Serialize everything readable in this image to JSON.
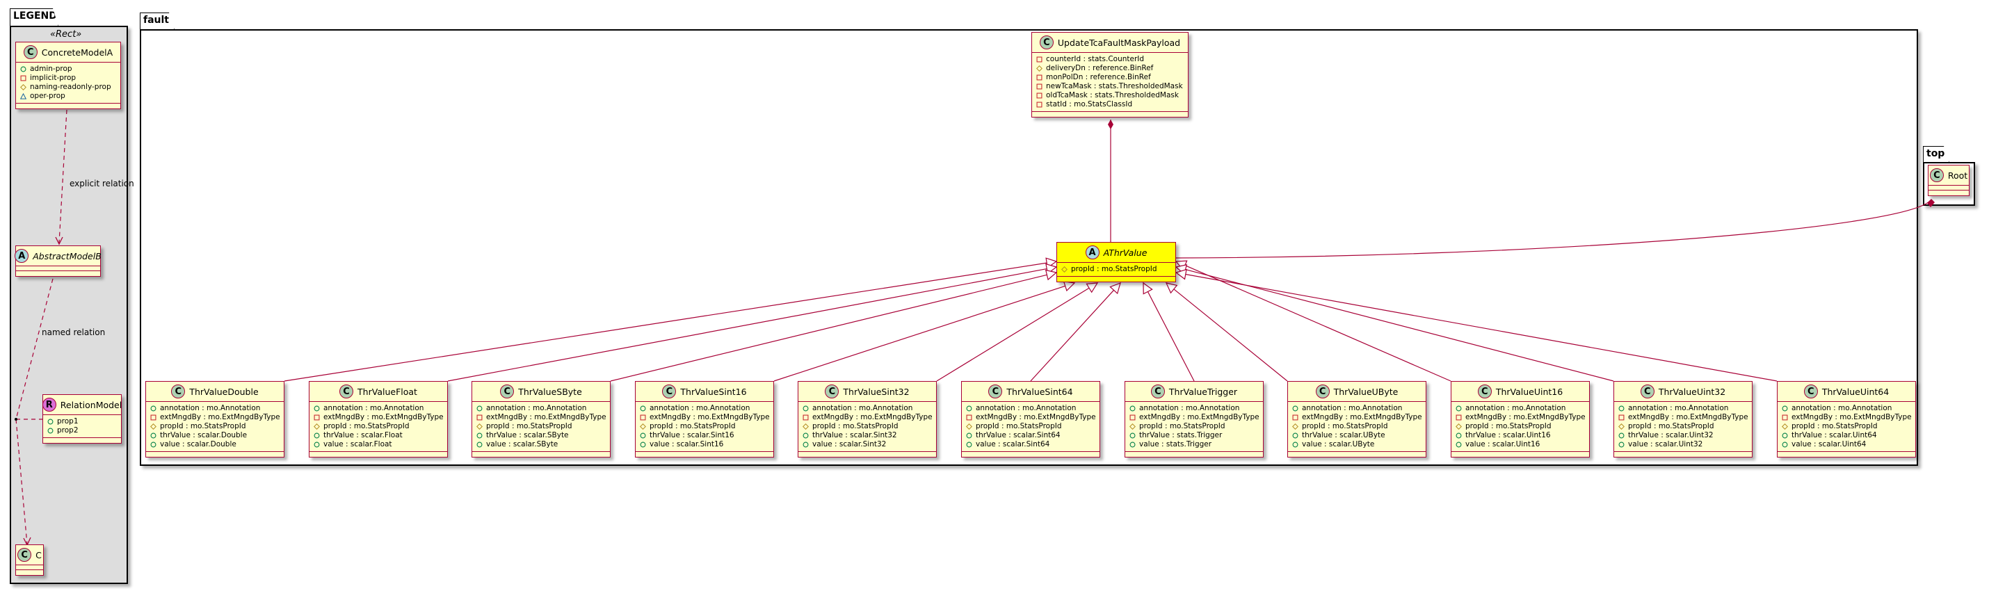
{
  "legend": {
    "package": "LEGEND",
    "stereotype": "«Rect»",
    "concrete": {
      "name": "ConcreteModelA",
      "kind": "C",
      "members": [
        {
          "vis": "+",
          "text": "admin-prop"
        },
        {
          "vis": "-",
          "text": "implicit-prop"
        },
        {
          "vis": "#",
          "text": "naming-readonly-prop"
        },
        {
          "vis": "~",
          "text": "oper-prop"
        }
      ]
    },
    "abstract": {
      "name": "AbstractModelB",
      "kind": "A",
      "abstract": true,
      "members": []
    },
    "relation": {
      "name": "RelationModel",
      "kind": "R",
      "members": [
        {
          "vis": "+",
          "text": "prop1"
        },
        {
          "vis": "+",
          "text": "prop2"
        }
      ]
    },
    "c": {
      "name": "C",
      "kind": "C",
      "members": []
    },
    "explicit_label": "explicit relation",
    "named_label": "named relation"
  },
  "fault": {
    "package": "fault",
    "payload": {
      "name": "UpdateTcaFaultMaskPayload",
      "kind": "C",
      "members": [
        {
          "vis": "-",
          "text": "counterId : stats.CounterId"
        },
        {
          "vis": "#",
          "text": "deliveryDn : reference.BinRef"
        },
        {
          "vis": "-",
          "text": "monPolDn : reference.BinRef"
        },
        {
          "vis": "-",
          "text": "newTcaMask : stats.ThresholdedMask"
        },
        {
          "vis": "-",
          "text": "oldTcaMask : stats.ThresholdedMask"
        },
        {
          "vis": "-",
          "text": "statId : mo.StatsClassId"
        }
      ]
    },
    "athr": {
      "name": "AThrValue",
      "kind": "A",
      "abstract": true,
      "highlight": true,
      "members": [
        {
          "vis": "#",
          "text": "propId : mo.StatsPropId"
        }
      ]
    },
    "subclasses": [
      {
        "name": "ThrValueDouble",
        "kind": "C",
        "members": [
          {
            "vis": "+",
            "text": "annotation : mo.Annotation"
          },
          {
            "vis": "-",
            "text": "extMngdBy : mo.ExtMngdByType"
          },
          {
            "vis": "#",
            "text": "propId : mo.StatsPropId"
          },
          {
            "vis": "+",
            "text": "thrValue : scalar.Double"
          },
          {
            "vis": "+",
            "text": "value : scalar.Double"
          }
        ]
      },
      {
        "name": "ThrValueFloat",
        "kind": "C",
        "members": [
          {
            "vis": "+",
            "text": "annotation : mo.Annotation"
          },
          {
            "vis": "-",
            "text": "extMngdBy : mo.ExtMngdByType"
          },
          {
            "vis": "#",
            "text": "propId : mo.StatsPropId"
          },
          {
            "vis": "+",
            "text": "thrValue : scalar.Float"
          },
          {
            "vis": "+",
            "text": "value : scalar.Float"
          }
        ]
      },
      {
        "name": "ThrValueSByte",
        "kind": "C",
        "members": [
          {
            "vis": "+",
            "text": "annotation : mo.Annotation"
          },
          {
            "vis": "-",
            "text": "extMngdBy : mo.ExtMngdByType"
          },
          {
            "vis": "#",
            "text": "propId : mo.StatsPropId"
          },
          {
            "vis": "+",
            "text": "thrValue : scalar.SByte"
          },
          {
            "vis": "+",
            "text": "value : scalar.SByte"
          }
        ]
      },
      {
        "name": "ThrValueSint16",
        "kind": "C",
        "members": [
          {
            "vis": "+",
            "text": "annotation : mo.Annotation"
          },
          {
            "vis": "-",
            "text": "extMngdBy : mo.ExtMngdByType"
          },
          {
            "vis": "#",
            "text": "propId : mo.StatsPropId"
          },
          {
            "vis": "+",
            "text": "thrValue : scalar.Sint16"
          },
          {
            "vis": "+",
            "text": "value : scalar.Sint16"
          }
        ]
      },
      {
        "name": "ThrValueSint32",
        "kind": "C",
        "members": [
          {
            "vis": "+",
            "text": "annotation : mo.Annotation"
          },
          {
            "vis": "-",
            "text": "extMngdBy : mo.ExtMngdByType"
          },
          {
            "vis": "#",
            "text": "propId : mo.StatsPropId"
          },
          {
            "vis": "+",
            "text": "thrValue : scalar.Sint32"
          },
          {
            "vis": "+",
            "text": "value : scalar.Sint32"
          }
        ]
      },
      {
        "name": "ThrValueSint64",
        "kind": "C",
        "members": [
          {
            "vis": "+",
            "text": "annotation : mo.Annotation"
          },
          {
            "vis": "-",
            "text": "extMngdBy : mo.ExtMngdByType"
          },
          {
            "vis": "#",
            "text": "propId : mo.StatsPropId"
          },
          {
            "vis": "+",
            "text": "thrValue : scalar.Sint64"
          },
          {
            "vis": "+",
            "text": "value : scalar.Sint64"
          }
        ]
      },
      {
        "name": "ThrValueTrigger",
        "kind": "C",
        "members": [
          {
            "vis": "+",
            "text": "annotation : mo.Annotation"
          },
          {
            "vis": "-",
            "text": "extMngdBy : mo.ExtMngdByType"
          },
          {
            "vis": "#",
            "text": "propId : mo.StatsPropId"
          },
          {
            "vis": "+",
            "text": "thrValue : stats.Trigger"
          },
          {
            "vis": "+",
            "text": "value : stats.Trigger"
          }
        ]
      },
      {
        "name": "ThrValueUByte",
        "kind": "C",
        "members": [
          {
            "vis": "+",
            "text": "annotation : mo.Annotation"
          },
          {
            "vis": "-",
            "text": "extMngdBy : mo.ExtMngdByType"
          },
          {
            "vis": "#",
            "text": "propId : mo.StatsPropId"
          },
          {
            "vis": "+",
            "text": "thrValue : scalar.UByte"
          },
          {
            "vis": "+",
            "text": "value : scalar.UByte"
          }
        ]
      },
      {
        "name": "ThrValueUint16",
        "kind": "C",
        "members": [
          {
            "vis": "+",
            "text": "annotation : mo.Annotation"
          },
          {
            "vis": "-",
            "text": "extMngdBy : mo.ExtMngdByType"
          },
          {
            "vis": "#",
            "text": "propId : mo.StatsPropId"
          },
          {
            "vis": "+",
            "text": "thrValue : scalar.Uint16"
          },
          {
            "vis": "+",
            "text": "value : scalar.Uint16"
          }
        ]
      },
      {
        "name": "ThrValueUint32",
        "kind": "C",
        "members": [
          {
            "vis": "+",
            "text": "annotation : mo.Annotation"
          },
          {
            "vis": "-",
            "text": "extMngdBy : mo.ExtMngdByType"
          },
          {
            "vis": "#",
            "text": "propId : mo.StatsPropId"
          },
          {
            "vis": "+",
            "text": "thrValue : scalar.Uint32"
          },
          {
            "vis": "+",
            "text": "value : scalar.Uint32"
          }
        ]
      },
      {
        "name": "ThrValueUint64",
        "kind": "C",
        "members": [
          {
            "vis": "+",
            "text": "annotation : mo.Annotation"
          },
          {
            "vis": "-",
            "text": "extMngdBy : mo.ExtMngdByType"
          },
          {
            "vis": "#",
            "text": "propId : mo.StatsPropId"
          },
          {
            "vis": "+",
            "text": "thrValue : scalar.Uint64"
          },
          {
            "vis": "+",
            "text": "value : scalar.Uint64"
          }
        ]
      }
    ]
  },
  "top": {
    "package": "top",
    "root": {
      "name": "Root",
      "kind": "C",
      "members": []
    }
  },
  "colors": {
    "border": "#A80036",
    "class_bg": "#FEFECE",
    "highlight": "#FFFF00",
    "legend_bg": "#DDDDDD",
    "icon_C": "#ADD1B2",
    "icon_A": "#A9DCDF",
    "icon_R": "#DA70D6"
  }
}
